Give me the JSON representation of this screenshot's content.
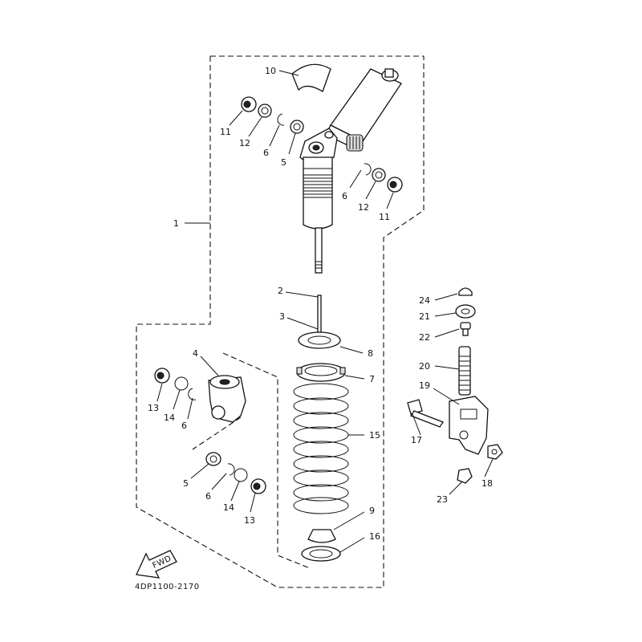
{
  "diagram": {
    "drawing_code": "4DP1100-2170",
    "fwd_label": "FWD",
    "callouts": {
      "c1": "1",
      "c2": "2",
      "c3": "3",
      "c4": "4",
      "c5a": "5",
      "c5b": "5",
      "c6a": "6",
      "c6b": "6",
      "c6c": "6",
      "c6d": "6",
      "c7": "7",
      "c8": "8",
      "c9": "9",
      "c10": "10",
      "c11a": "11",
      "c11b": "11",
      "c12a": "12",
      "c12b": "12",
      "c13a": "13",
      "c13b": "13",
      "c14a": "14",
      "c14b": "14",
      "c15": "15",
      "c16": "16",
      "c17": "17",
      "c18": "18",
      "c19": "19",
      "c20": "20",
      "c21": "21",
      "c22": "22",
      "c23": "23",
      "c24": "24"
    }
  }
}
